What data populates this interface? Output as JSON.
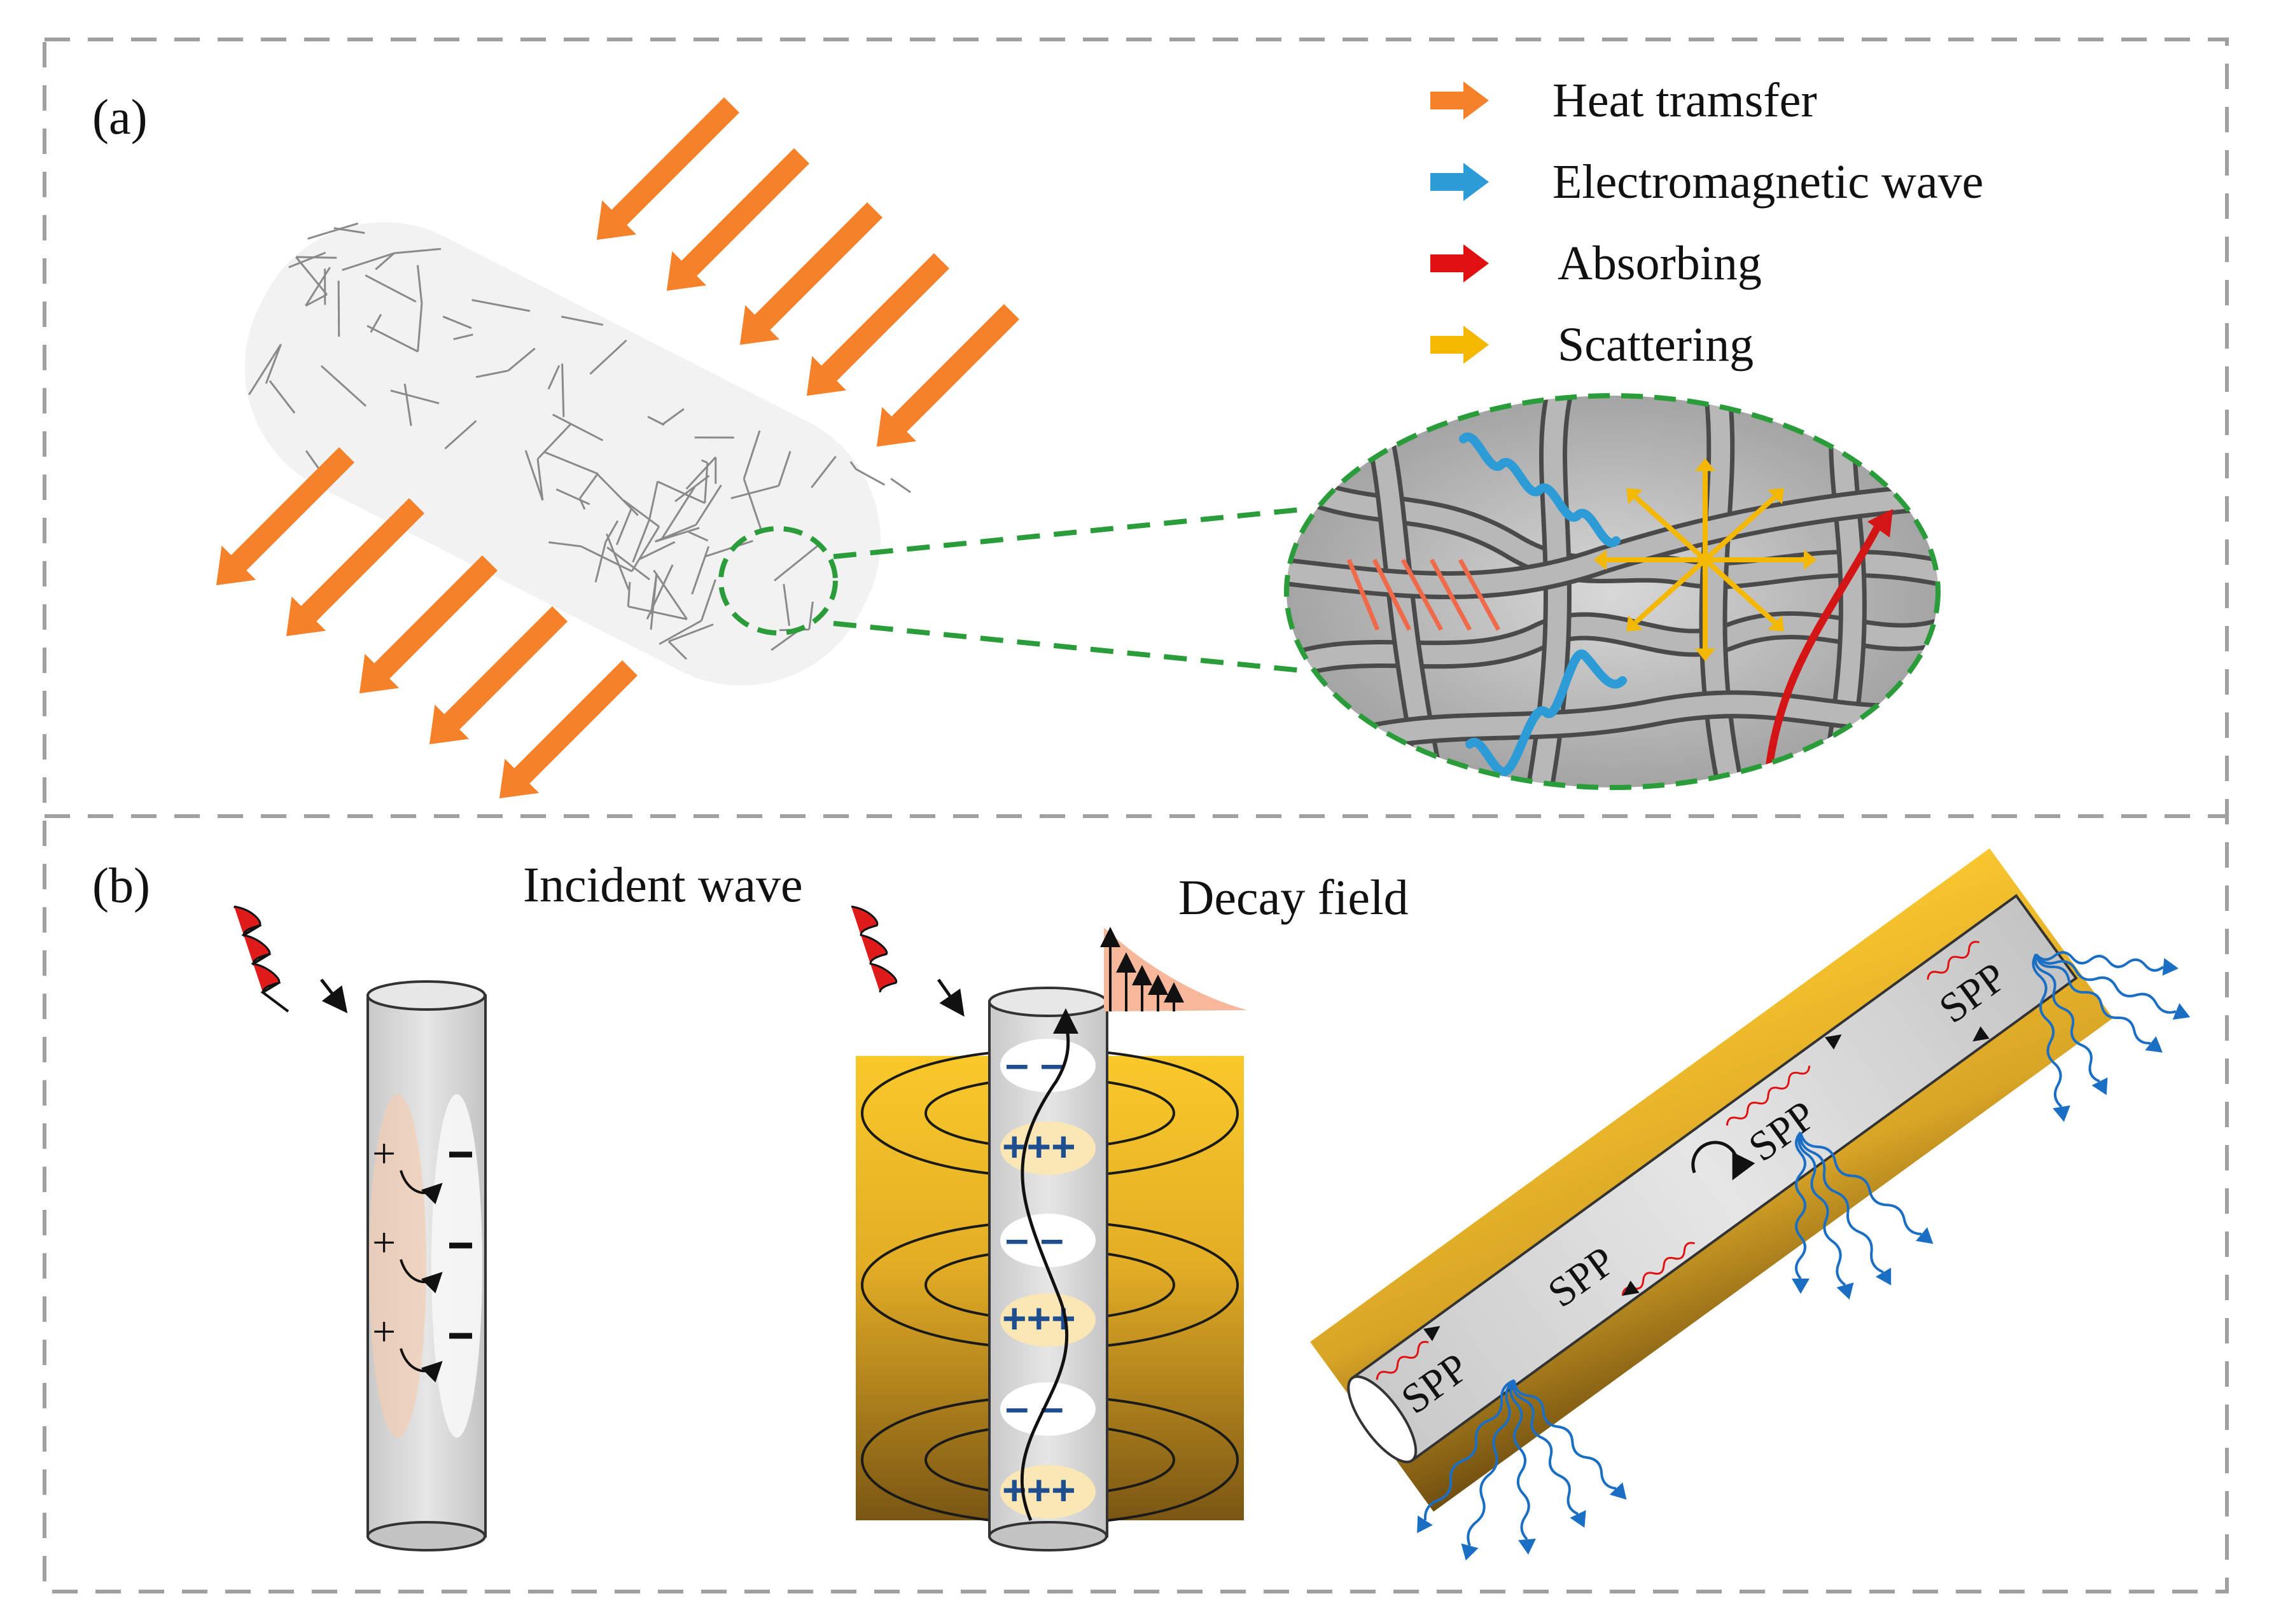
{
  "panel_a": {
    "label": "(a)",
    "legend": [
      {
        "label": "Heat tramsfer",
        "color": "#f5822a"
      },
      {
        "label": "Electromagnetic wave",
        "color": "#2d9bd6"
      },
      {
        "label": "Absorbing",
        "color": "#e01010"
      },
      {
        "label": "Scattering",
        "color": "#f5b800"
      }
    ]
  },
  "panel_b": {
    "label": "(b)",
    "incident_wave": "Incident wave",
    "decay_field": "Decay field",
    "charges": {
      "plus": "+",
      "minus": "−",
      "triple_plus": "+++",
      "dash": "– –"
    },
    "spp": "SPP"
  },
  "colors": {
    "heat": "#f5822a",
    "wave": "#2d9bd6",
    "absorb": "#e01010",
    "scatter": "#f5b800",
    "frame": "#a0a0a0",
    "mesh": "#8a8a8a",
    "gold_light": "#f6c531",
    "gold_dark": "#7a5a14",
    "highlight": "#2a9d3a"
  }
}
